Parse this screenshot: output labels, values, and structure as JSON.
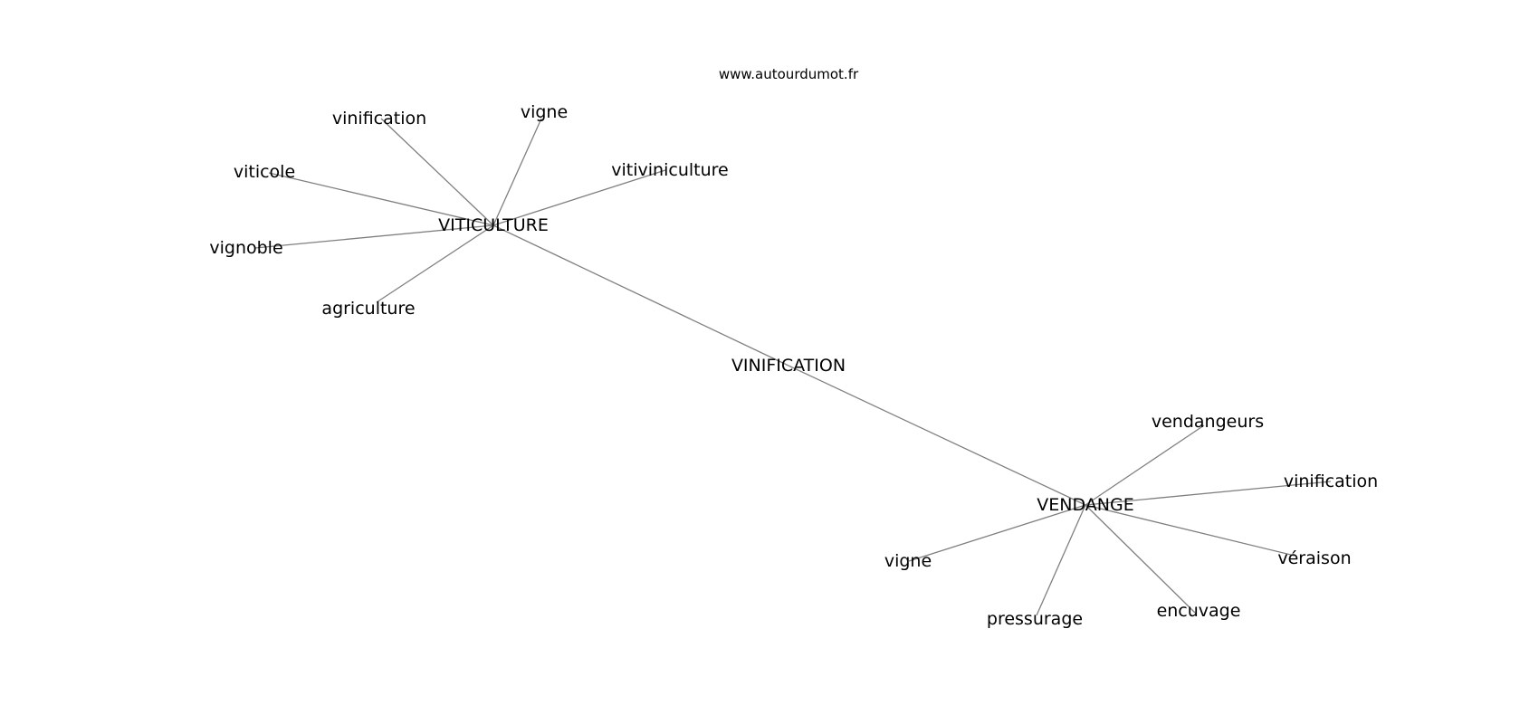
{
  "watermark": "www.autourdumot.fr",
  "graph": {
    "center": {
      "id": "center",
      "label": "VINIFICATION"
    },
    "hubs": [
      {
        "id": "viticulture",
        "label": "VITICULTURE"
      },
      {
        "id": "vendange",
        "label": "VENDANGE"
      }
    ],
    "leaves": [
      {
        "id": "vit-vinification",
        "label": "vinification",
        "hub": "viticulture"
      },
      {
        "id": "vit-vigne",
        "label": "vigne",
        "hub": "viticulture"
      },
      {
        "id": "vit-viticole",
        "label": "viticole",
        "hub": "viticulture"
      },
      {
        "id": "vit-vitiviniculture",
        "label": "vitiviniculture",
        "hub": "viticulture"
      },
      {
        "id": "vit-vignoble",
        "label": "vignoble",
        "hub": "viticulture"
      },
      {
        "id": "vit-agriculture",
        "label": "agriculture",
        "hub": "viticulture"
      },
      {
        "id": "ven-vendangeurs",
        "label": "vendangeurs",
        "hub": "vendange"
      },
      {
        "id": "ven-vinification",
        "label": "vinification",
        "hub": "vendange"
      },
      {
        "id": "ven-veraison",
        "label": "véraison",
        "hub": "vendange"
      },
      {
        "id": "ven-vigne",
        "label": "vigne",
        "hub": "vendange"
      },
      {
        "id": "ven-encuvage",
        "label": "encuvage",
        "hub": "vendange"
      },
      {
        "id": "ven-pressurage",
        "label": "pressurage",
        "hub": "vendange"
      }
    ]
  }
}
